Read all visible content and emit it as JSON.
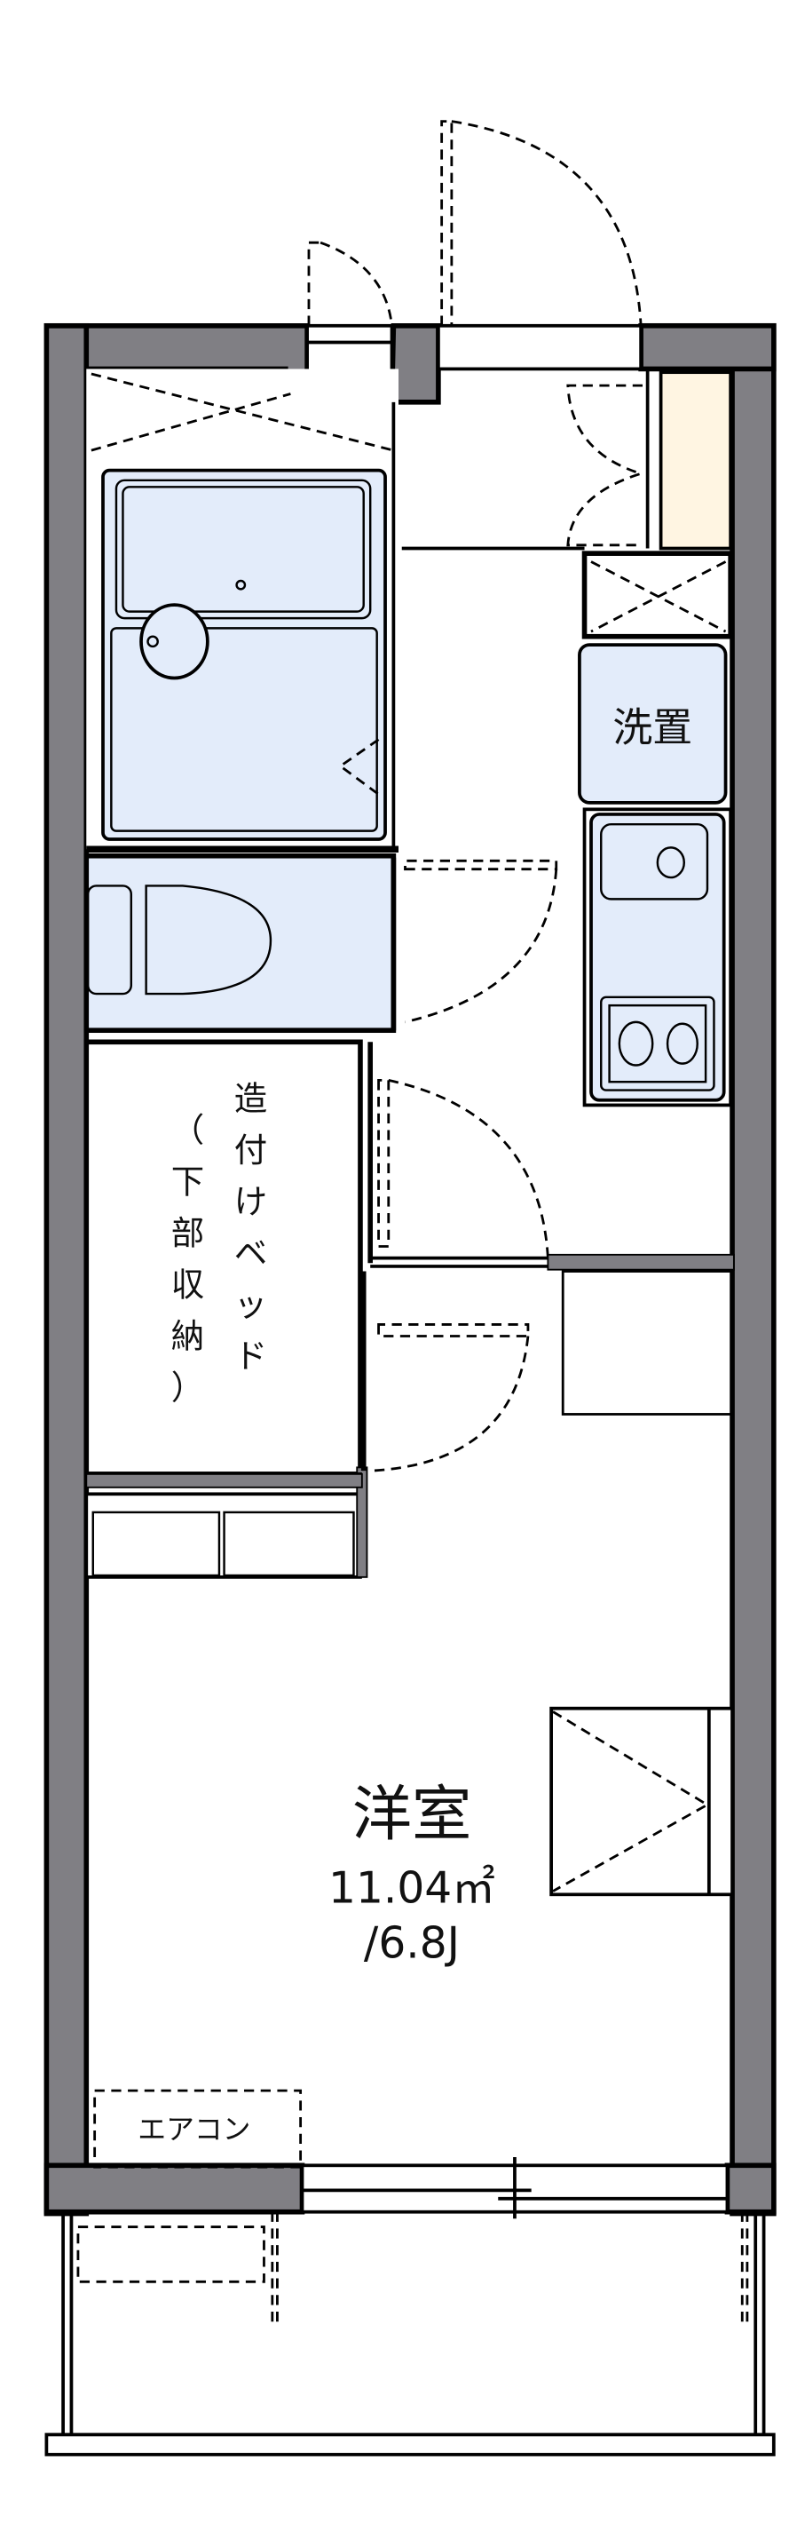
{
  "floorplan": {
    "colors": {
      "wall": "#807f84",
      "fixture": "#e3ecfa",
      "closet": "#fff5e2",
      "line": "#000000",
      "background": "#ffffff"
    },
    "labels": {
      "washer": "洗置",
      "built_in_bed_col1": [
        "造",
        "付",
        "け",
        "ベ",
        "ッ",
        "ド"
      ],
      "built_in_bed_col2": [
        "（",
        "下",
        "部",
        "収",
        "納",
        "）"
      ],
      "main_room_name": "洋室",
      "main_room_area": "11.04㎡",
      "main_room_tatami": "/6.8J",
      "aircon": "エアコン"
    },
    "rooms": [
      {
        "id": "bathroom",
        "label": ""
      },
      {
        "id": "toilet",
        "label": ""
      },
      {
        "id": "kitchen",
        "label": ""
      },
      {
        "id": "entrance",
        "label": ""
      },
      {
        "id": "built-in-bed",
        "label": "造付けベッド（下部収納）"
      },
      {
        "id": "western-room",
        "label": "洋室",
        "area": "11.04㎡",
        "tatami": "6.8J"
      },
      {
        "id": "balcony",
        "label": ""
      }
    ]
  }
}
